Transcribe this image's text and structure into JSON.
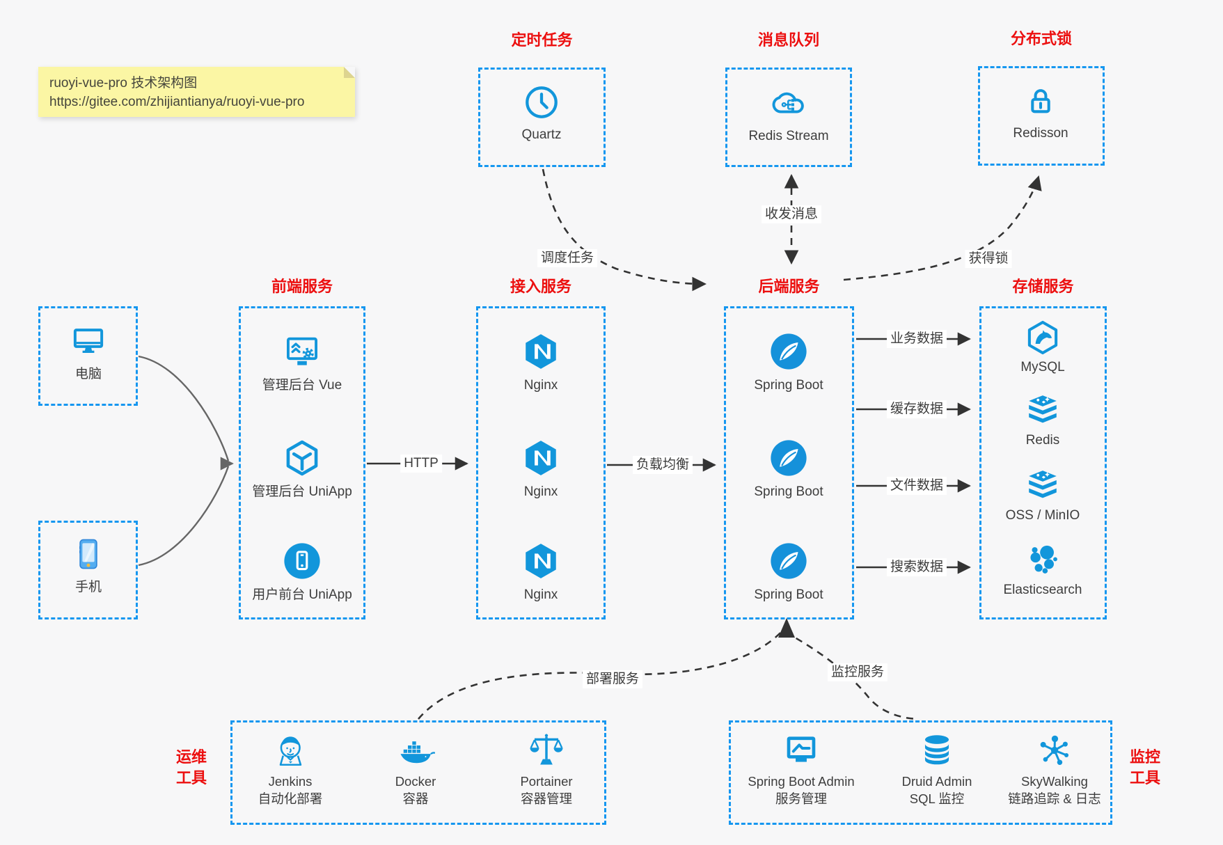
{
  "note": {
    "line1": "ruoyi-vue-pro 技术架构图",
    "line2": "https://gitee.com/zhijiantianya/ruoyi-vue-pro"
  },
  "top": {
    "scheduler": {
      "title": "定时任务",
      "item": "Quartz"
    },
    "mq": {
      "title": "消息队列",
      "item": "Redis Stream"
    },
    "lock": {
      "title": "分布式锁",
      "item": "Redisson"
    }
  },
  "clients": {
    "pc": "电脑",
    "mobile": "手机"
  },
  "columns": {
    "frontend": {
      "title": "前端服务",
      "items": [
        "管理后台 Vue",
        "管理后台 UniApp",
        "用户前台 UniApp"
      ]
    },
    "gateway": {
      "title": "接入服务",
      "items": [
        "Nginx",
        "Nginx",
        "Nginx"
      ]
    },
    "backend": {
      "title": "后端服务",
      "items": [
        "Spring Boot",
        "Spring Boot",
        "Spring Boot"
      ]
    },
    "storage": {
      "title": "存储服务",
      "items": [
        "MySQL",
        "Redis",
        "OSS / MinIO",
        "Elasticsearch"
      ]
    }
  },
  "bottom": {
    "ops": {
      "label": [
        "运维",
        "工具"
      ],
      "items": [
        {
          "name": "Jenkins",
          "desc": "自动化部署"
        },
        {
          "name": "Docker",
          "desc": "容器"
        },
        {
          "name": "Portainer",
          "desc": "容器管理"
        }
      ]
    },
    "monitoring": {
      "label": [
        "监控",
        "工具"
      ],
      "items": [
        {
          "name": "Spring Boot Admin",
          "desc": "服务管理"
        },
        {
          "name": "Druid Admin",
          "desc": "SQL 监控"
        },
        {
          "name": "SkyWalking",
          "desc": "链路追踪 & 日志"
        }
      ]
    }
  },
  "edges": {
    "http": "HTTP",
    "load_balance": "负载均衡",
    "schedule": "调度任务",
    "messaging": "收发消息",
    "acquire_lock": "获得锁",
    "business_data": "业务数据",
    "cache_data": "缓存数据",
    "file_data": "文件数据",
    "search_data": "搜索数据",
    "deploy": "部署服务",
    "monitor": "监控服务"
  },
  "colors": {
    "accent_blue": "#1697f0",
    "icon_blue": "#1296db",
    "title_red": "#ec0f0f",
    "text": "#3d3d3d",
    "note_bg": "#fbf6a4"
  }
}
